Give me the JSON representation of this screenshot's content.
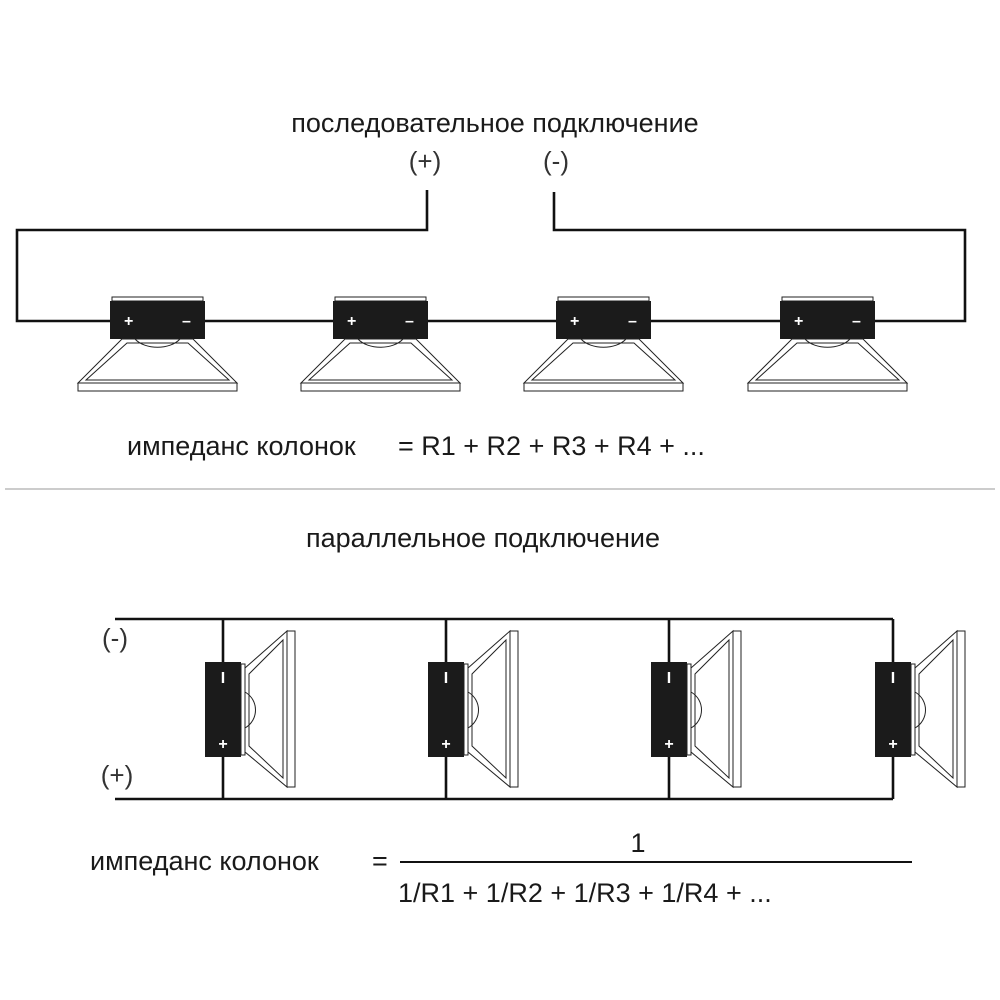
{
  "series": {
    "title": "последовательное подключение",
    "plus_label": "(+)",
    "minus_label": "(-)",
    "formula_label": "импеданс колонок",
    "formula": "= R1 + R2 + R3 + R4 + ...",
    "speaker_plus": "+",
    "speaker_minus": "–"
  },
  "parallel": {
    "title": "параллельное подключение",
    "minus_label": "(-)",
    "plus_label": "(+)",
    "formula_label": "импеданс колонок",
    "equals": "=",
    "numerator": "1",
    "denominator": "1/R1 + 1/R2 + 1/R3 + 1/R4 + ...",
    "speaker_plus": "+",
    "speaker_minus": "I"
  },
  "colors": {
    "line": "#111111",
    "magnet": "#1b1b1b",
    "divider": "#bbbbbb"
  }
}
